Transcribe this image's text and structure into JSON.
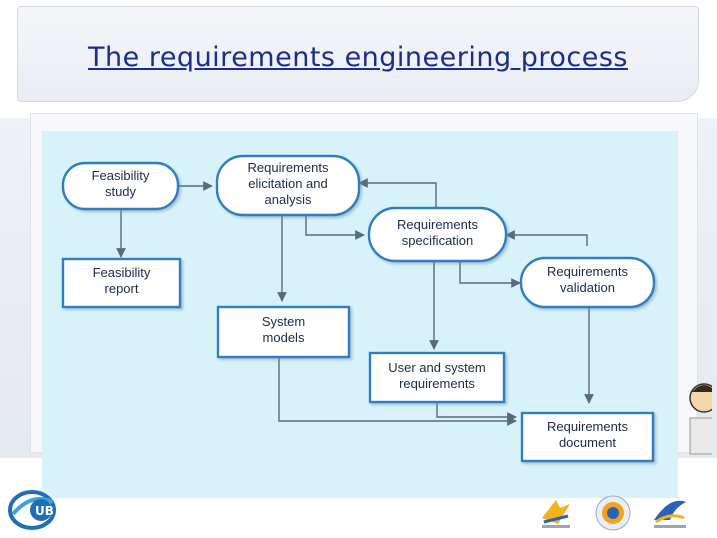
{
  "slide": {
    "title": "The requirements engineering process"
  },
  "diagram": {
    "nodes": [
      {
        "id": "feasibility-study",
        "shape": "rounded",
        "lines": [
          "Feasibility",
          "study"
        ]
      },
      {
        "id": "elicitation",
        "shape": "rounded",
        "lines": [
          "Requirements",
          "elicitation and",
          "analysis"
        ]
      },
      {
        "id": "specification",
        "shape": "rounded",
        "lines": [
          "Requirements",
          "specification"
        ]
      },
      {
        "id": "validation",
        "shape": "rounded",
        "lines": [
          "Requirements",
          "validation"
        ]
      },
      {
        "id": "feasibility-report",
        "shape": "rect",
        "lines": [
          "Feasibility",
          "report"
        ]
      },
      {
        "id": "system-models",
        "shape": "rect",
        "lines": [
          "System",
          "models"
        ]
      },
      {
        "id": "user-system-req",
        "shape": "rect",
        "lines": [
          "User and system",
          "requirements"
        ]
      },
      {
        "id": "req-document",
        "shape": "rect",
        "lines": [
          "Requirements",
          "document"
        ]
      }
    ]
  },
  "colors": {
    "node_border": "#2f7ec0",
    "diagram_background": "#d8f2fb",
    "title_text": "#1a2e8a"
  },
  "logos": {
    "left": "ub-logo-icon",
    "right": [
      "partner-logo-1-icon",
      "partner-logo-2-icon",
      "partner-logo-3-icon"
    ]
  }
}
